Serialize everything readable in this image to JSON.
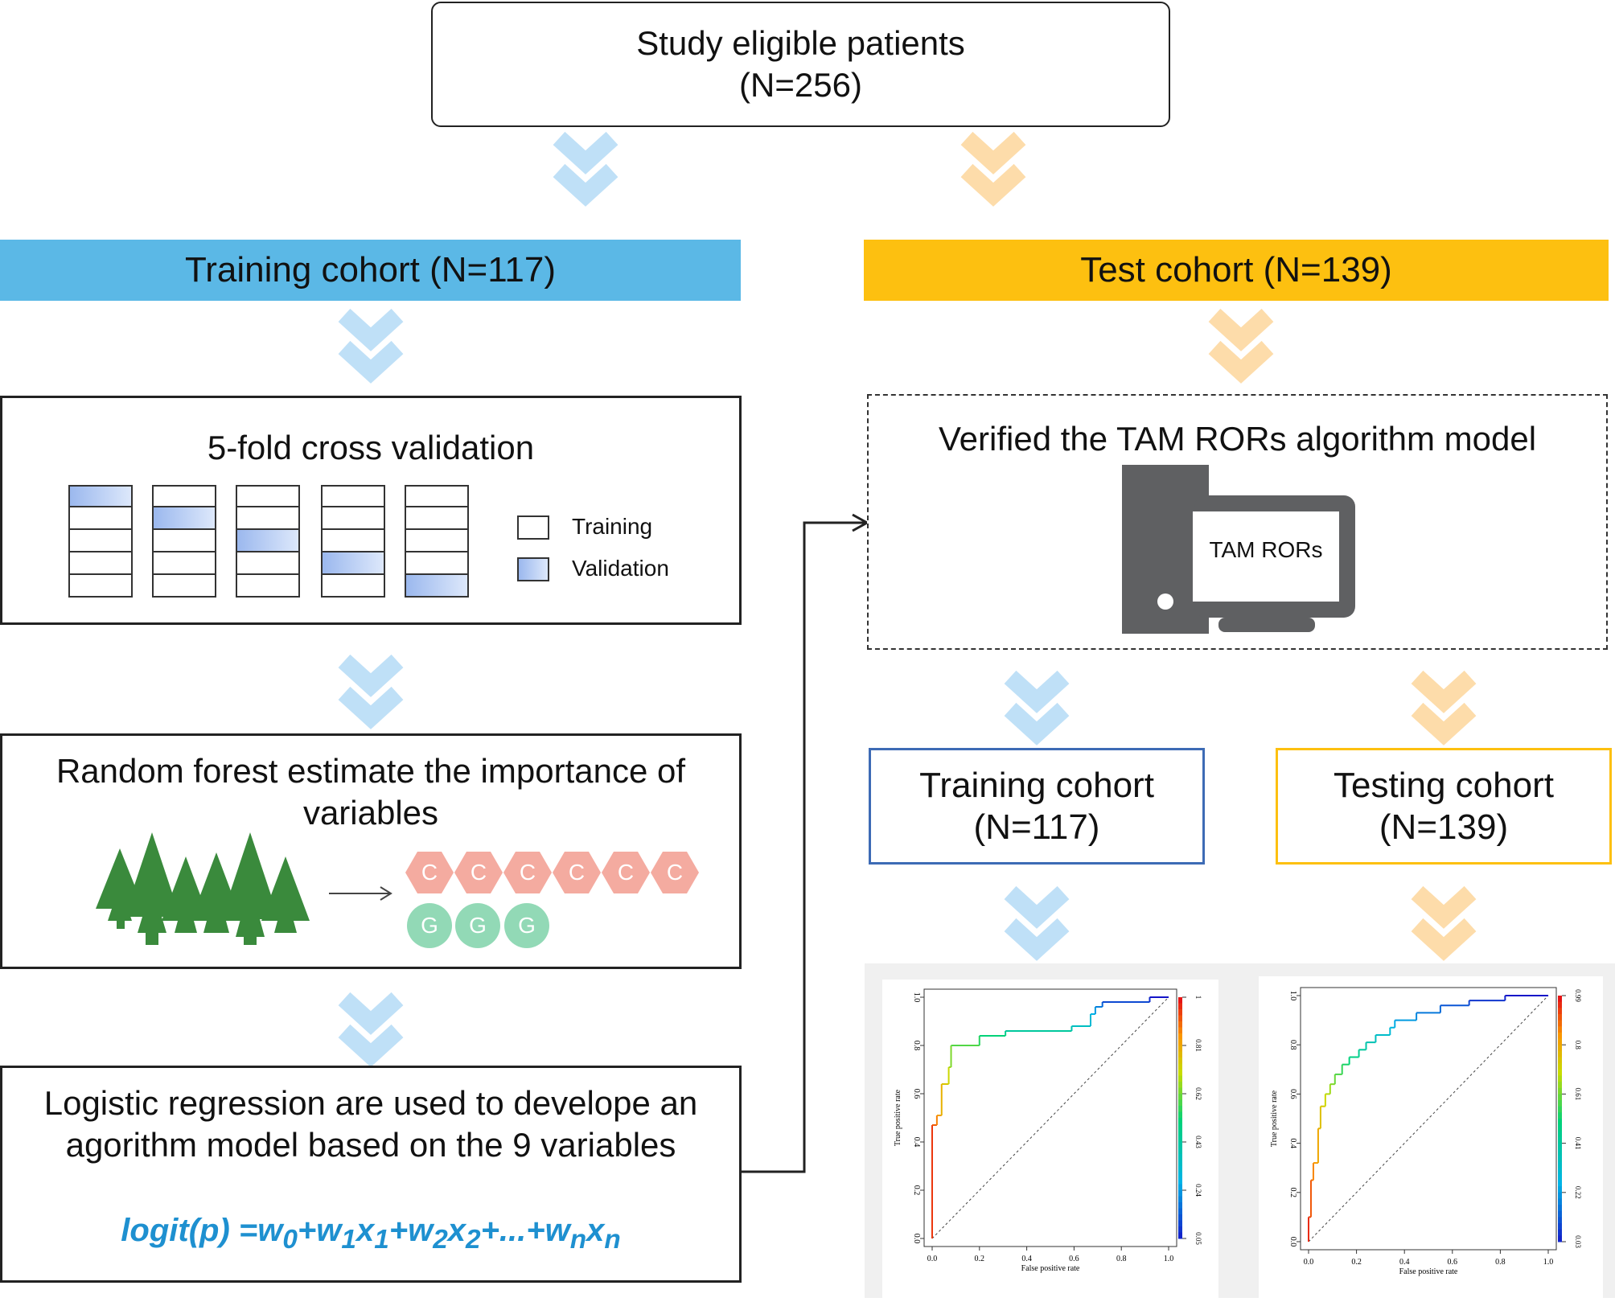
{
  "top": {
    "line1": "Study eligible patients",
    "line2": "(N=256)"
  },
  "training_banner": "Training cohort (N=117)",
  "test_banner": "Test cohort  (N=139)",
  "crossval": {
    "title": "5-fold cross validation",
    "legend_training": "Training",
    "legend_validation": "Validation"
  },
  "forest": {
    "title_line1": "Random forest estimate the importance of",
    "title_line2": "variables",
    "hex_labels": [
      "C",
      "C",
      "C",
      "C",
      "C",
      "C"
    ],
    "circle_labels": [
      "G",
      "G",
      "G"
    ]
  },
  "logistic": {
    "line1": "Logistic regression are used to develope an",
    "line2": "agorithm model based on the 9 variables",
    "formula_parts": [
      "logit(p) =w",
      "0",
      "+w",
      "1",
      "x",
      "1",
      "+w",
      "2",
      "x",
      "2",
      "+...+w",
      "n",
      "x",
      "n"
    ]
  },
  "verify": {
    "title": "Verified the TAM RORs algorithm model",
    "screen_label": "TAM RORs"
  },
  "train_sub": {
    "line1": "Training cohort",
    "line2": "(N=117)"
  },
  "test_sub": {
    "line1": "Testing cohort",
    "line2": "(N=139)"
  },
  "colors": {
    "blue": "#5bb8e6",
    "gold": "#fdc010",
    "light_blue_arrow": "#bfe0f7",
    "light_gold_arrow": "#fddcaa",
    "formula": "#1e90d0",
    "computer": "#5f6062"
  },
  "chart_data": [
    {
      "type": "line",
      "xlabel": "False positive rate",
      "ylabel": "True positive rate",
      "xlim": [
        0,
        1
      ],
      "ylim": [
        0,
        1
      ],
      "x_ticks": [
        "0.0",
        "0.2",
        "0.4",
        "0.6",
        "0.8",
        "1.0"
      ],
      "y_ticks": [
        "0.0",
        "0.2",
        "0.4",
        "0.6",
        "0.8",
        "1.0"
      ],
      "colorbar_ticks": [
        "1",
        "0.81",
        "0.62",
        "0.43",
        "0.24",
        "0.05"
      ],
      "points": [
        [
          0,
          0
        ],
        [
          0,
          0.47
        ],
        [
          0.02,
          0.47
        ],
        [
          0.02,
          0.51
        ],
        [
          0.04,
          0.51
        ],
        [
          0.04,
          0.64
        ],
        [
          0.07,
          0.64
        ],
        [
          0.07,
          0.71
        ],
        [
          0.08,
          0.71
        ],
        [
          0.08,
          0.8
        ],
        [
          0.2,
          0.8
        ],
        [
          0.2,
          0.84
        ],
        [
          0.31,
          0.84
        ],
        [
          0.31,
          0.86
        ],
        [
          0.59,
          0.86
        ],
        [
          0.59,
          0.88
        ],
        [
          0.67,
          0.88
        ],
        [
          0.67,
          0.93
        ],
        [
          0.69,
          0.93
        ],
        [
          0.69,
          0.96
        ],
        [
          0.72,
          0.96
        ],
        [
          0.72,
          0.98
        ],
        [
          0.92,
          0.98
        ],
        [
          0.92,
          1.0
        ],
        [
          1,
          1
        ]
      ]
    },
    {
      "type": "line",
      "xlabel": "False positive rate",
      "ylabel": "True positive rate",
      "xlim": [
        0,
        1
      ],
      "ylim": [
        0,
        1
      ],
      "x_ticks": [
        "0.0",
        "0.2",
        "0.4",
        "0.6",
        "0.8",
        "1.0"
      ],
      "y_ticks": [
        "0.0",
        "0.2",
        "0.4",
        "0.6",
        "0.8",
        "1.0"
      ],
      "colorbar_ticks": [
        "0.99",
        "0.8",
        "0.61",
        "0.41",
        "0.22",
        "0.03"
      ],
      "points": [
        [
          0,
          0
        ],
        [
          0,
          0.1
        ],
        [
          0.01,
          0.1
        ],
        [
          0.01,
          0.25
        ],
        [
          0.02,
          0.25
        ],
        [
          0.02,
          0.32
        ],
        [
          0.04,
          0.32
        ],
        [
          0.04,
          0.46
        ],
        [
          0.05,
          0.46
        ],
        [
          0.05,
          0.55
        ],
        [
          0.07,
          0.55
        ],
        [
          0.07,
          0.6
        ],
        [
          0.09,
          0.6
        ],
        [
          0.09,
          0.64
        ],
        [
          0.11,
          0.64
        ],
        [
          0.11,
          0.68
        ],
        [
          0.14,
          0.68
        ],
        [
          0.14,
          0.72
        ],
        [
          0.17,
          0.72
        ],
        [
          0.17,
          0.75
        ],
        [
          0.21,
          0.75
        ],
        [
          0.21,
          0.78
        ],
        [
          0.24,
          0.78
        ],
        [
          0.24,
          0.81
        ],
        [
          0.28,
          0.81
        ],
        [
          0.28,
          0.84
        ],
        [
          0.34,
          0.84
        ],
        [
          0.34,
          0.87
        ],
        [
          0.36,
          0.87
        ],
        [
          0.36,
          0.9
        ],
        [
          0.45,
          0.9
        ],
        [
          0.45,
          0.93
        ],
        [
          0.55,
          0.93
        ],
        [
          0.55,
          0.96
        ],
        [
          0.67,
          0.96
        ],
        [
          0.67,
          0.98
        ],
        [
          0.82,
          0.98
        ],
        [
          0.82,
          1.0
        ],
        [
          1,
          1
        ]
      ]
    }
  ]
}
